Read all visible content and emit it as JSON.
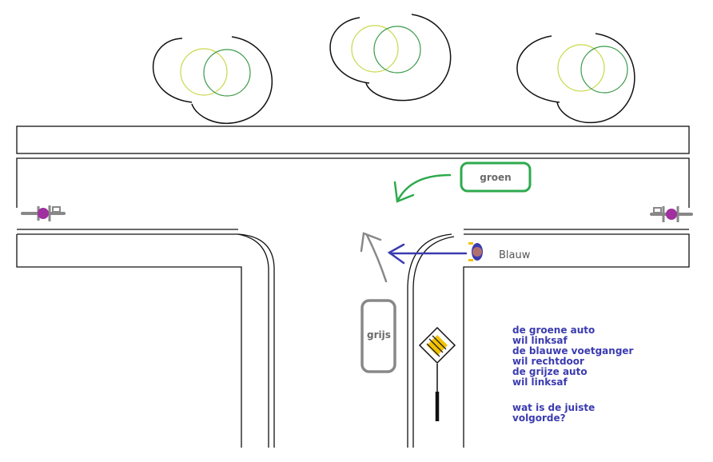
{
  "labels": {
    "green_car": "groen",
    "grey_car": "grijs",
    "pedestrian": "Blauw"
  },
  "question": {
    "lines": [
      "de groene auto",
      "wil linksaf",
      "de blauwe voetganger",
      "wil rechtdoor",
      "de grijze auto",
      "wil linksaf"
    ],
    "prompt_lines": [
      "wat is de juiste",
      "volgorde?"
    ]
  },
  "colors": {
    "green": "#2eaa4e",
    "blue": "#3b3bb0",
    "grey": "#888888",
    "cyclist": "#a030a0",
    "tree_yellow": "#c8d84a",
    "tree_green": "#3a9a4a",
    "sign_yellow": "#f2c200"
  },
  "icons": [
    "tree-icon",
    "cyclist-icon",
    "pedestrian-icon",
    "priority-road-sign-icon"
  ]
}
